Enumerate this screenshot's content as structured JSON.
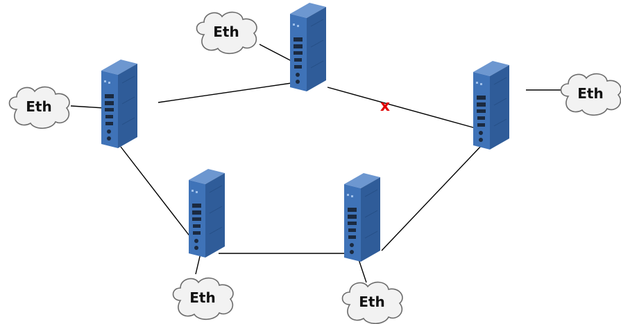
{
  "diagram": {
    "cloud_label": "Eth",
    "break_mark": "x",
    "colors": {
      "switch_front": "#3f73b8",
      "switch_side": "#2f5c99",
      "switch_top": "#6d97d0",
      "link": "#000000",
      "break": "#e00000",
      "cloud_fill": "#f2f2f2",
      "cloud_stroke": "#6b6b6b"
    },
    "nodes": [
      "switch-1",
      "switch-2",
      "switch-3",
      "switch-4",
      "switch-5"
    ],
    "clouds": [
      {
        "id": "cloud-1",
        "label": "Eth"
      },
      {
        "id": "cloud-2",
        "label": "Eth"
      },
      {
        "id": "cloud-3",
        "label": "Eth"
      },
      {
        "id": "cloud-4",
        "label": "Eth"
      },
      {
        "id": "cloud-5",
        "label": "Eth"
      }
    ],
    "links": [
      {
        "from": "switch-1",
        "to": "switch-2",
        "broken": false
      },
      {
        "from": "switch-2",
        "to": "switch-3",
        "broken": true
      },
      {
        "from": "switch-3",
        "to": "switch-5",
        "broken": false
      },
      {
        "from": "switch-5",
        "to": "switch-4",
        "broken": false
      },
      {
        "from": "switch-4",
        "to": "switch-1",
        "broken": false
      }
    ]
  }
}
